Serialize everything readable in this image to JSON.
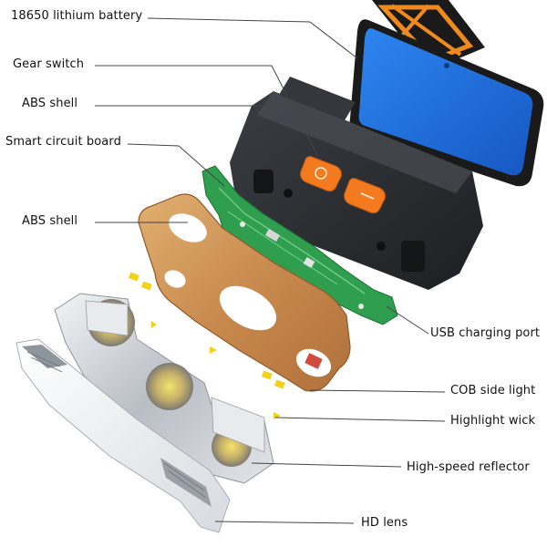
{
  "labels": {
    "battery": "18650 lithium battery",
    "gear_switch": "Gear switch",
    "abs_shell_top": "ABS shell",
    "circuit_board": "Smart circuit board",
    "abs_shell_mid": "ABS shell",
    "usb_port": "USB charging port",
    "cob_light": "COB side light",
    "wick": "Highlight wick",
    "reflector": "High-speed reflector",
    "lens": "HD lens"
  },
  "colors": {
    "battery_blue": "#1f6fe0",
    "housing": "#2a2d31",
    "button_orange": "#f47a20",
    "pcb_green": "#2f9e4f",
    "shell_copper": "#c98a4f",
    "shell_gold": "#d9a760",
    "reflector_silver": "#cfd3d8",
    "led_yellow": "#f2d11c",
    "strap_orange": "#f08a1e",
    "leader_line": "#444444"
  }
}
